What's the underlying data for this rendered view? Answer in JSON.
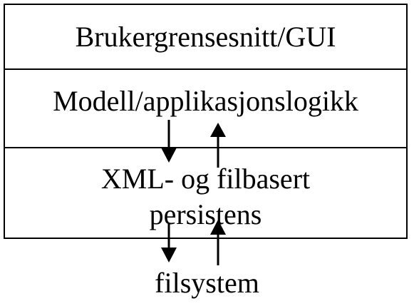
{
  "diagram": {
    "layers": [
      {
        "label": "Brukergrensesnitt/GUI"
      },
      {
        "label": "Modell/applikasjonslogikk"
      },
      {
        "label": "XML- og filbasert persistens"
      }
    ],
    "external": {
      "label": "filsystem"
    }
  }
}
